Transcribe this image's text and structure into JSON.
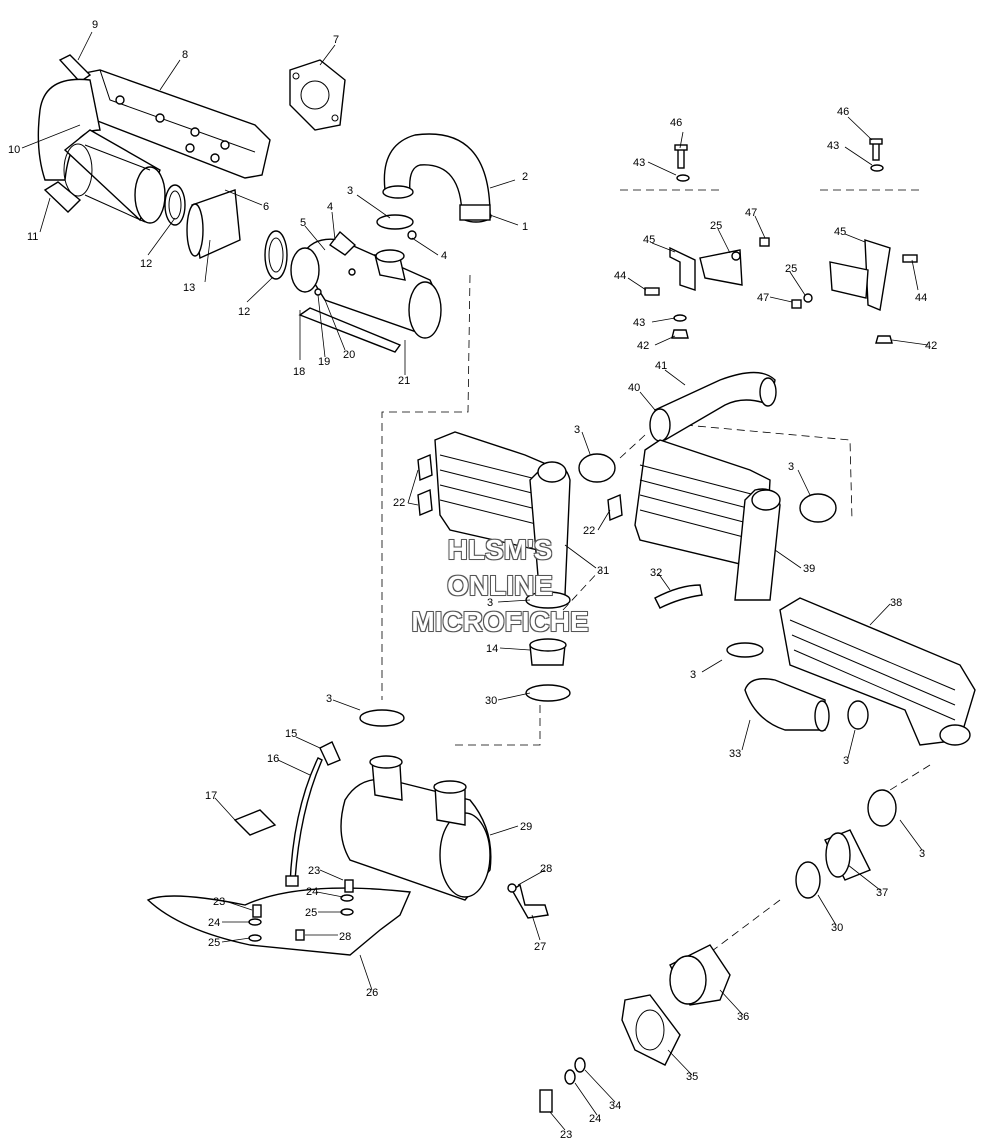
{
  "labels": [
    "9",
    "8",
    "7",
    "10",
    "6",
    "11",
    "12",
    "13",
    "12",
    "3",
    "2",
    "1",
    "4",
    "4",
    "5",
    "18",
    "19",
    "20",
    "21",
    "46",
    "43",
    "46",
    "43",
    "47",
    "45",
    "25",
    "45",
    "44",
    "25",
    "47",
    "44",
    "43",
    "42",
    "42",
    "41",
    "40",
    "3",
    "3",
    "22",
    "22",
    "31",
    "39",
    "32",
    "38",
    "3",
    "14",
    "3",
    "30",
    "3",
    "33",
    "3",
    "15",
    "16",
    "17",
    "29",
    "23",
    "24",
    "25",
    "28",
    "28",
    "23",
    "24",
    "25",
    "26",
    "27",
    "3",
    "37",
    "30",
    "36",
    "35",
    "34",
    "24",
    "23"
  ],
  "watermark": [
    "HLSM'S",
    "ONLINE",
    "MICROFICHE"
  ]
}
